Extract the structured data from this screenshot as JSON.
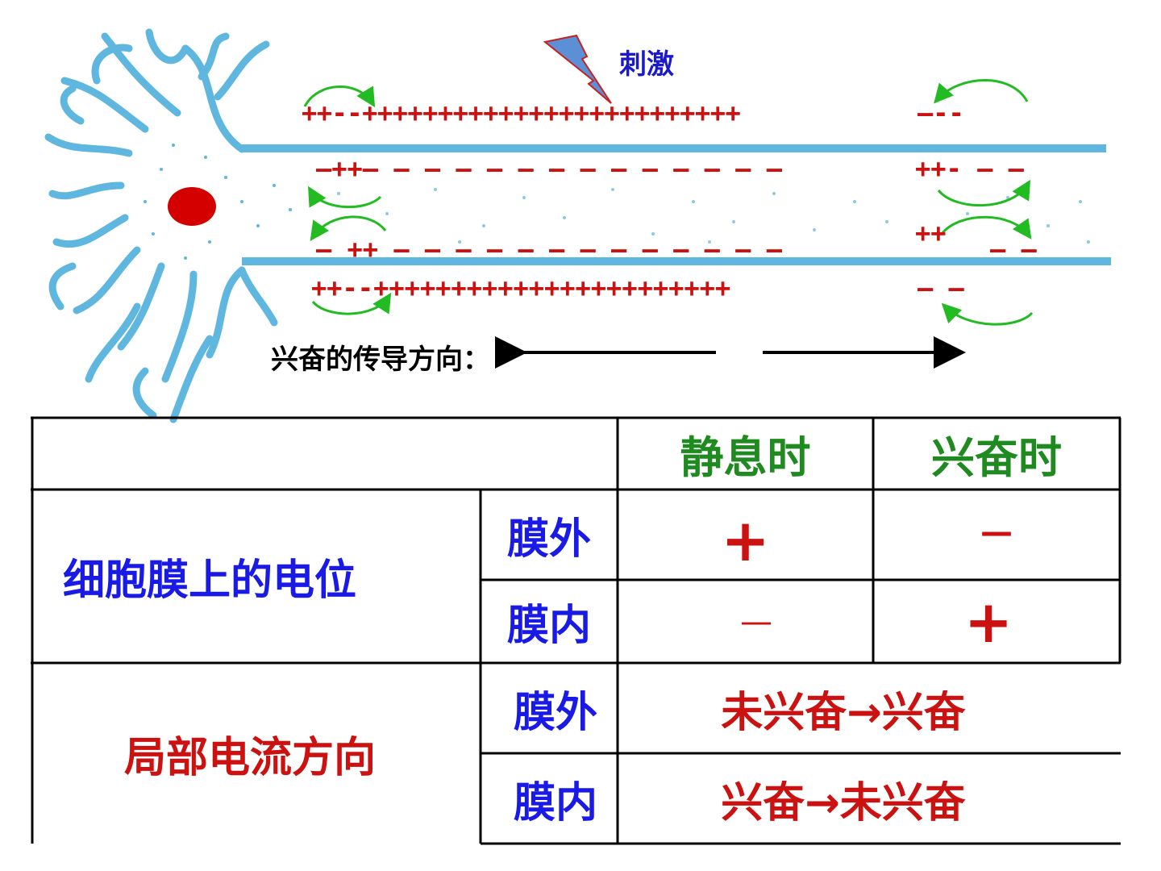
{
  "diagram": {
    "stimulus_label": "刺激",
    "conduction_label": "兴奋的传导方向：",
    "outer_top_left": "++--+++++++++++++++++++++++++",
    "outer_top_right": "—--",
    "inner_top_left": "—++— — — — — — — — — — — — — —",
    "inner_top_right": "++- — —",
    "inner_bottom_left": "— ++ — — — — — — — — — — — — —",
    "inner_bottom_right_a": "++",
    "inner_bottom_right_b": "— —",
    "outer_bottom_left": "++--+++++++++++++++++++++++",
    "outer_bottom_right": "— —"
  },
  "table": {
    "header_rest": "静息时",
    "header_excited": "兴奋时",
    "row_potential": "细胞膜上的电位",
    "row_current": "局部电流方向",
    "outside": "膜外",
    "inside": "膜内",
    "outside_rest": "+",
    "outside_excited": "—",
    "inside_rest": "—",
    "inside_excited": "+",
    "current_outside": "未兴奋→兴奋",
    "current_inside": "兴奋→未兴奋"
  },
  "colors": {
    "neuron": "#5fb6de",
    "charge": "#cc1111",
    "current_arrow": "#22bb22",
    "header_text": "#1f8a1f",
    "membrane_text": "#1a1ae6",
    "current_text": "#cc1111"
  }
}
